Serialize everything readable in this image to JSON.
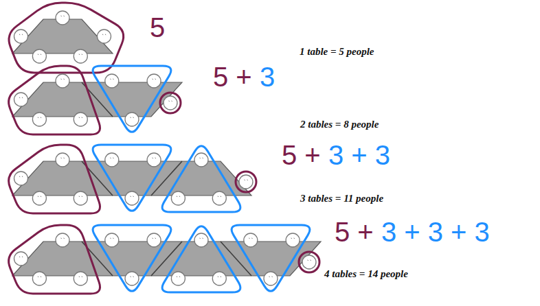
{
  "diagram": {
    "labels": [
      "5",
      "1 table = 5 people",
      "5 +",
      "3",
      "2 tables = 8 people",
      "5 +",
      "3 + 3",
      "3 tables = 11 people",
      "5 +",
      "3 + 3 + 3",
      "4 tables = 14 people"
    ]
  }
}
